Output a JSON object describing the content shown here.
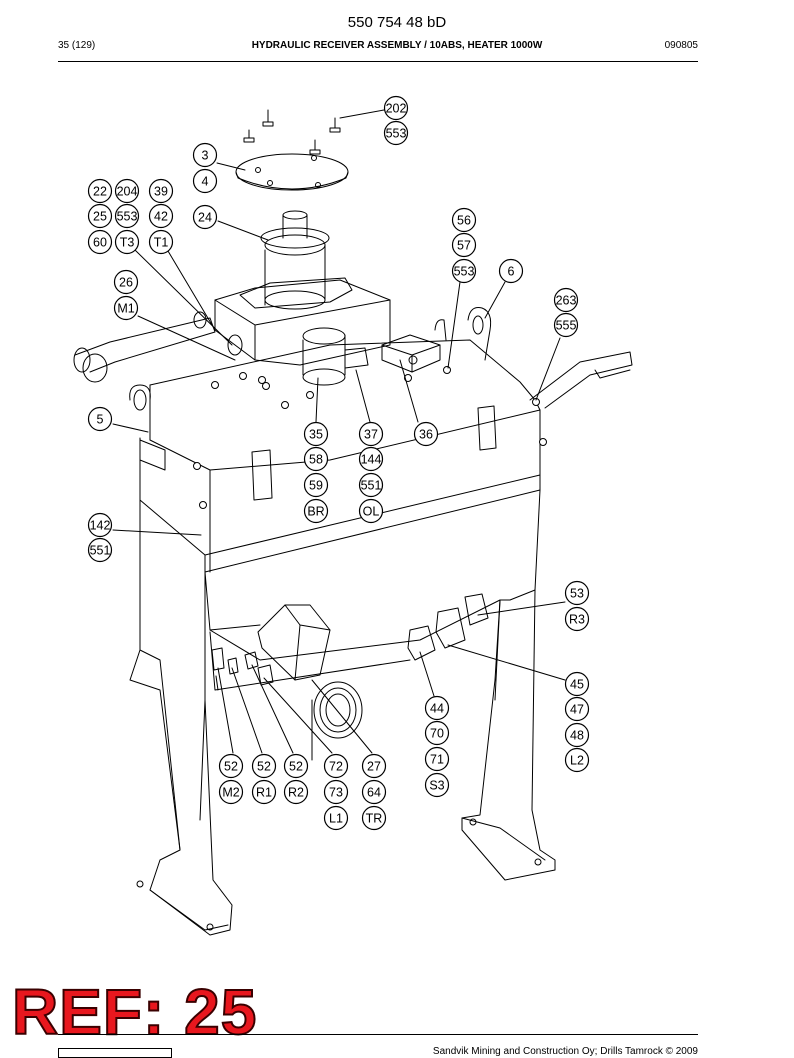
{
  "header": {
    "doc_id": "550 754 48 bD",
    "page": "35 (129)",
    "title": "HYDRAULIC RECEIVER ASSEMBLY / 10ABS, HEATER 1000W",
    "date_code": "090805"
  },
  "stamp": {
    "text": "REF: 25",
    "color": "#e8171e"
  },
  "footer": {
    "text": "Sandvik Mining and Construction Oy; Drills Tamrock © 2009"
  },
  "callouts": [
    "202",
    "553",
    "3",
    "4",
    "22",
    "204",
    "39",
    "25",
    "553",
    "42",
    "60",
    "T3",
    "T1",
    "24",
    "56",
    "57",
    "553",
    "6",
    "26",
    "M1",
    "263",
    "555",
    "5",
    "35",
    "37",
    "36",
    "58",
    "144",
    "59",
    "551",
    "BR",
    "OL",
    "142",
    "551",
    "53",
    "R3",
    "45",
    "47",
    "48",
    "L2",
    "44",
    "70",
    "71",
    "S3",
    "52",
    "52",
    "52",
    "72",
    "27",
    "M2",
    "R1",
    "R2",
    "73",
    "64",
    "L1",
    "TR"
  ]
}
